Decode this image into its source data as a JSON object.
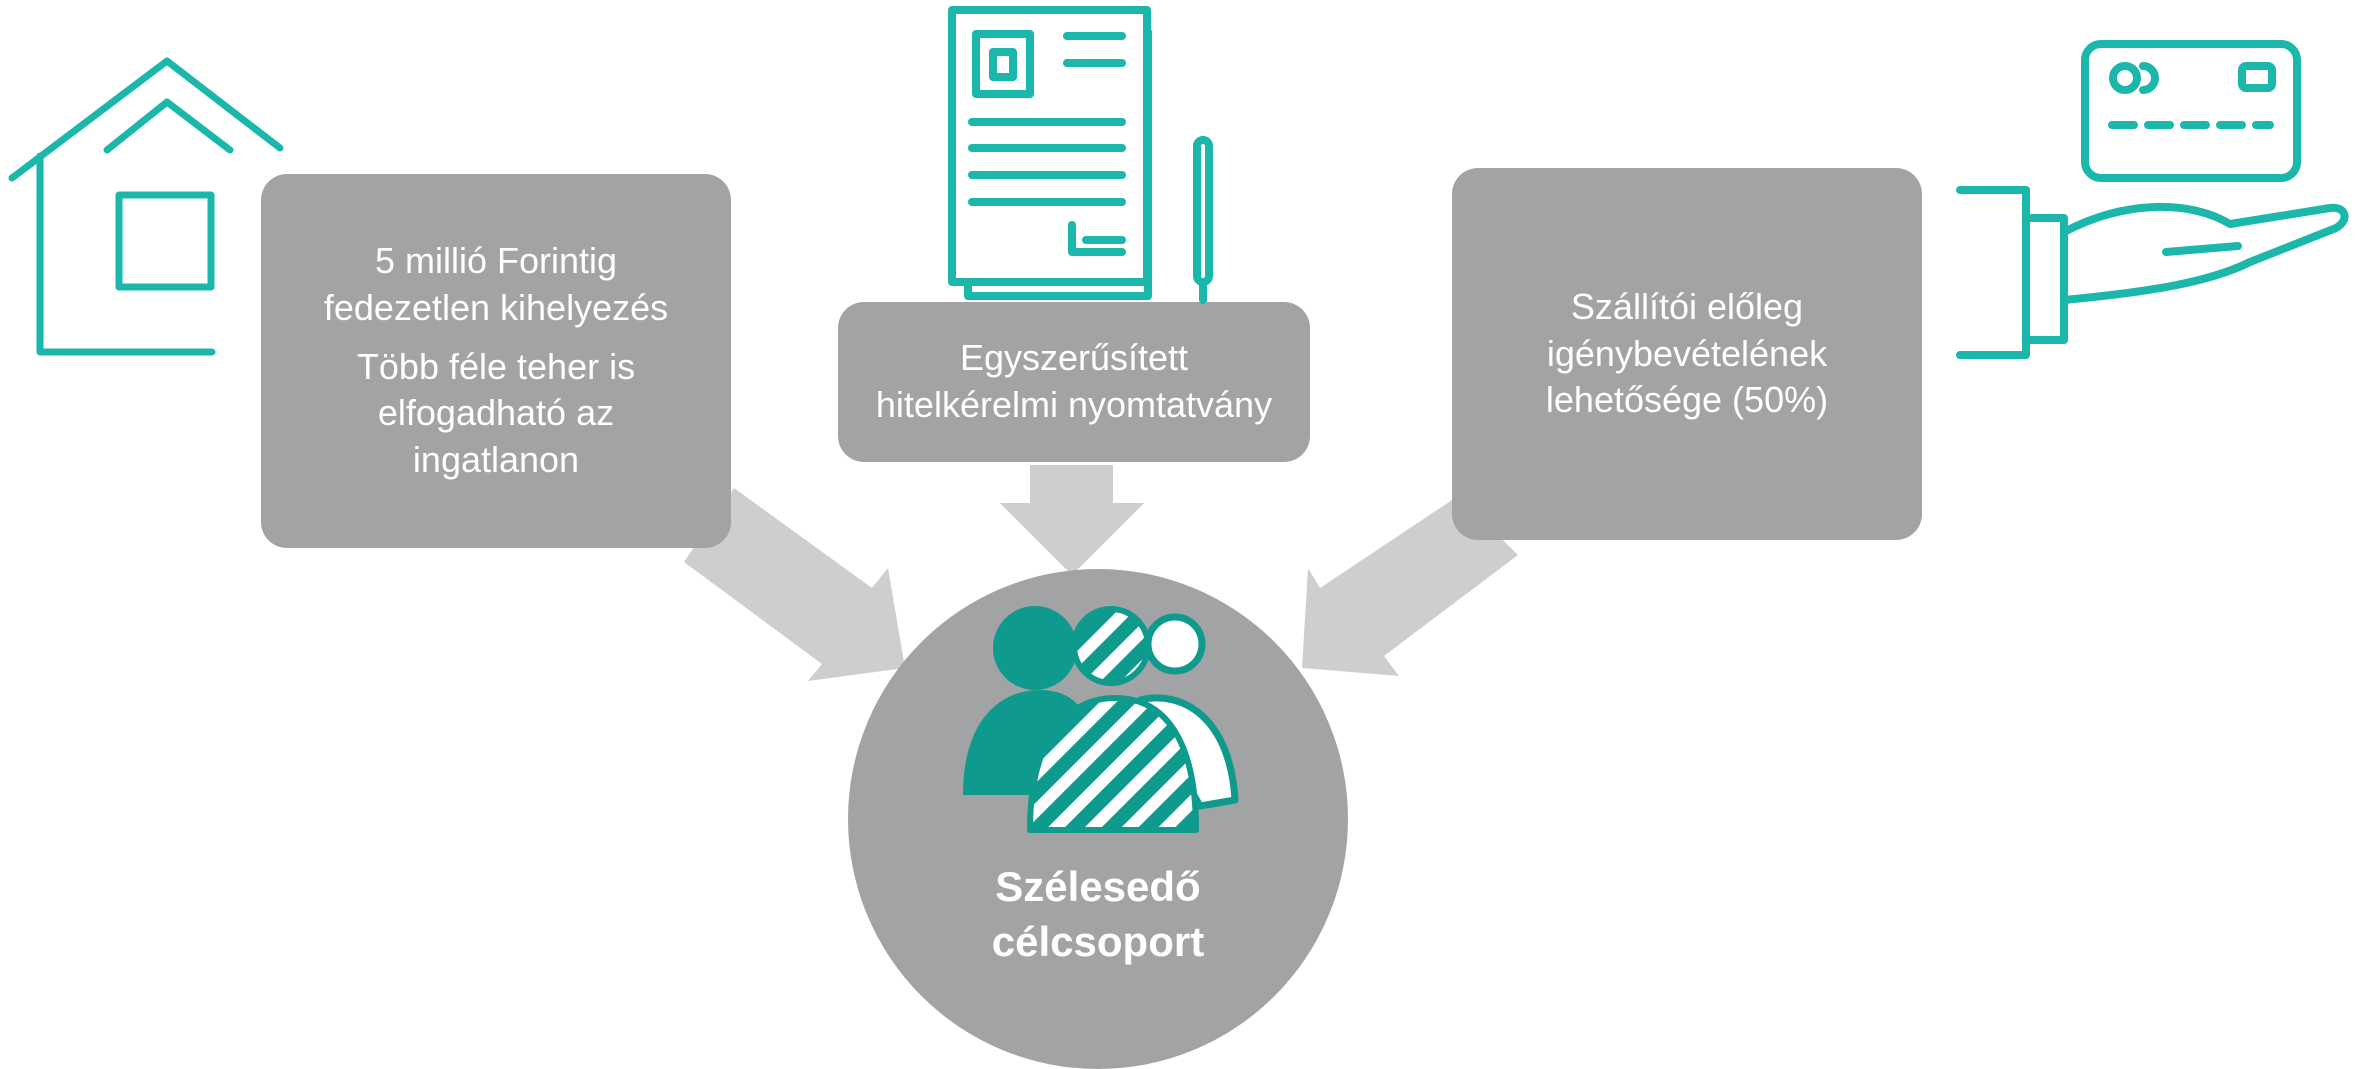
{
  "colors": {
    "accent": "#1ab7aa",
    "dark_accent": "#0f9a8e",
    "box": "#a2a3a5",
    "arrow": "#cdced0"
  },
  "left_box": {
    "icon": "house-icon",
    "line1": "5 millió Forintig",
    "line2": "fedezetlen kihelyezés",
    "line3": "Több féle teher is",
    "line4": "elfogadható az",
    "line5": "ingatlanon"
  },
  "middle_box": {
    "icon": "document-form-icon",
    "line1": "Egyszerűsített",
    "line2": "hitelkérelmi nyomtatvány"
  },
  "right_box": {
    "icon": "card-on-hand-icon",
    "line1": "Szállítói előleg",
    "line2": "igénybevételének",
    "line3": "lehetősége (50%)"
  },
  "target": {
    "icon": "people-group-icon",
    "line1": "Szélesedő",
    "line2": "célcsoport"
  }
}
